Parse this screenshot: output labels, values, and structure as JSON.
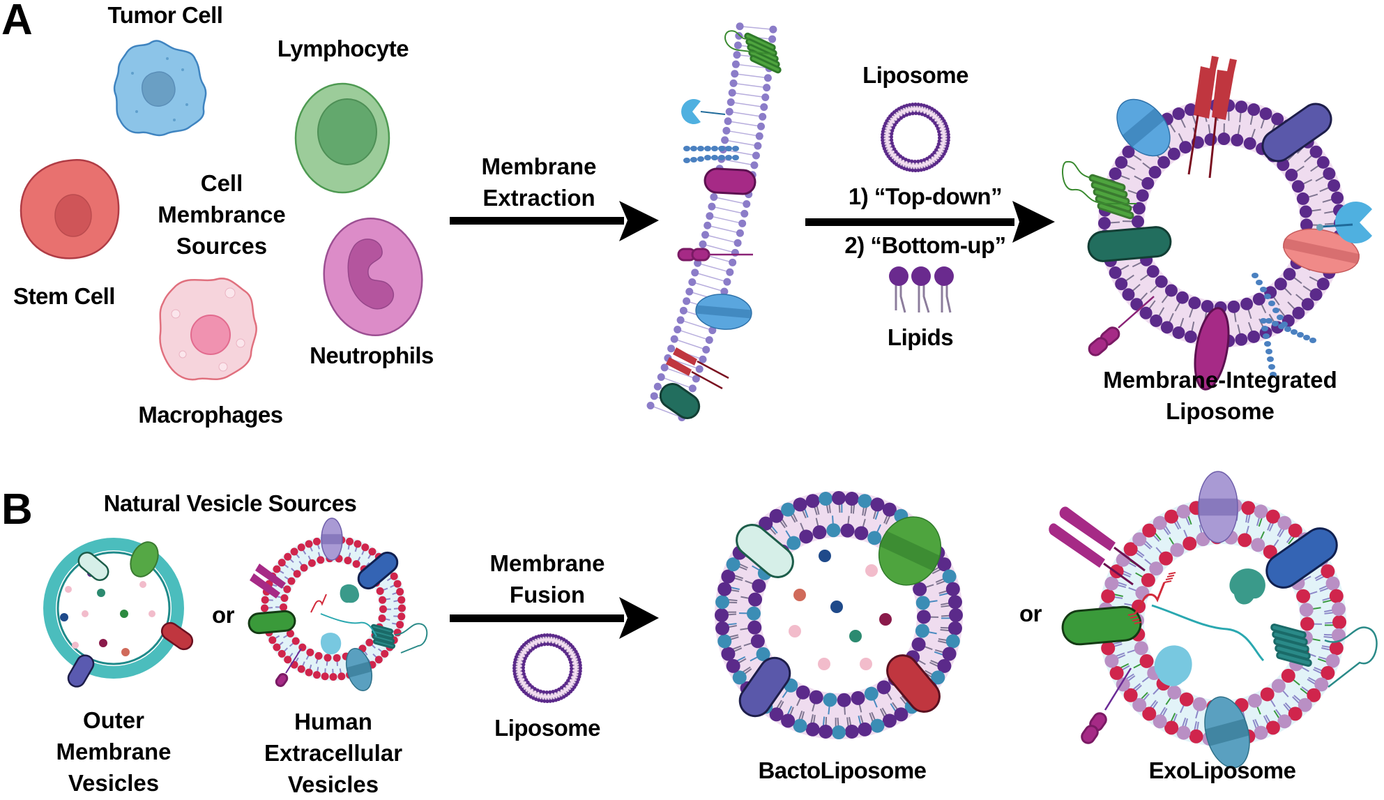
{
  "panels": {
    "a": {
      "letter": "A",
      "cells": [
        {
          "name": "tumor-cell",
          "label": "Tumor Cell"
        },
        {
          "name": "lymphocyte",
          "label": "Lymphocyte"
        },
        {
          "name": "stem-cell",
          "label": "Stem Cell"
        },
        {
          "name": "neutrophils",
          "label": "Neutrophils"
        },
        {
          "name": "macrophages",
          "label": "Macrophages"
        }
      ],
      "center_label": [
        "Cell",
        "Membrance",
        "Sources"
      ],
      "step1": {
        "lines": [
          "Membrane",
          "Extraction"
        ]
      },
      "liposome_label": "Liposome",
      "step2": {
        "top": "1) “Top-down”",
        "bottom": "2) “Bottom-up”"
      },
      "lipids_label": "Lipids",
      "result_label": [
        "Membrane-Integrated",
        "Liposome"
      ]
    },
    "b": {
      "letter": "B",
      "title": "Natural Vesicle Sources",
      "sources": [
        {
          "name": "outer-membrane-vesicles",
          "label": [
            "Outer",
            "Membrane",
            "Vesicles"
          ]
        },
        {
          "name": "human-extracellular-vesicles",
          "label": [
            "Human",
            "Extracellular",
            "Vesicles"
          ]
        }
      ],
      "or_label": "or",
      "step": {
        "lines": [
          "Membrane",
          "Fusion"
        ]
      },
      "liposome_label": "Liposome",
      "results": [
        {
          "name": "bactoliposome",
          "label": "BactoLiposome"
        },
        {
          "name": "exoliposome",
          "label": "ExoLiposome"
        }
      ]
    }
  },
  "colors": {
    "text": "#000000",
    "arrow": "#000000",
    "lipid_head_purple": "#5b2a8a",
    "lipid_head_light": "#8b7cc8",
    "lipid_head_blue": "#3b8db5",
    "lipid_head_red": "#d0254c",
    "lipid_head_lilac": "#b98fc4",
    "bilayer_fill_pink": "#f1dcef",
    "bilayer_fill_blue": "#e2f3f8",
    "tumor_cell": "#8cc4e8",
    "lymphocyte": "#9ccc9a",
    "stem_cell": "#e8716f",
    "neutrophil": "#dc8cc8",
    "macrophage": "#f6cfd8",
    "omv_ring": "#4bbdbd"
  }
}
